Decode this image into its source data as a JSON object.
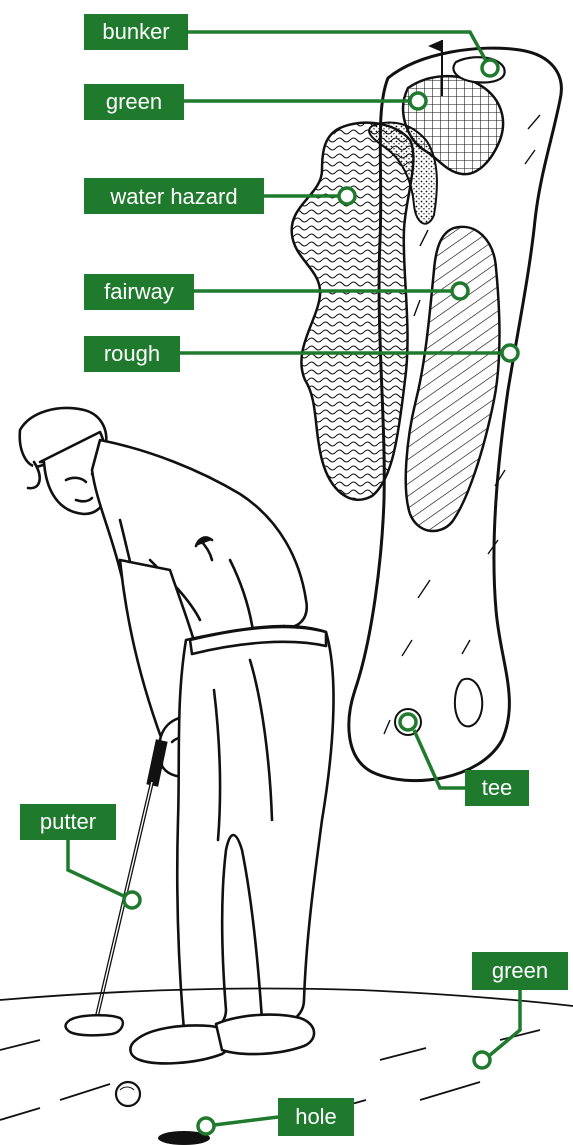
{
  "colors": {
    "label_green": "#1f7a2e",
    "ink": "#111111",
    "paper": "#ffffff"
  },
  "labels": {
    "bunker": "bunker",
    "green_course": "green",
    "water_hazard": "water hazard",
    "fairway": "fairway",
    "rough": "rough",
    "tee": "tee",
    "putter": "putter",
    "green_putting": "green",
    "hole": "hole"
  }
}
